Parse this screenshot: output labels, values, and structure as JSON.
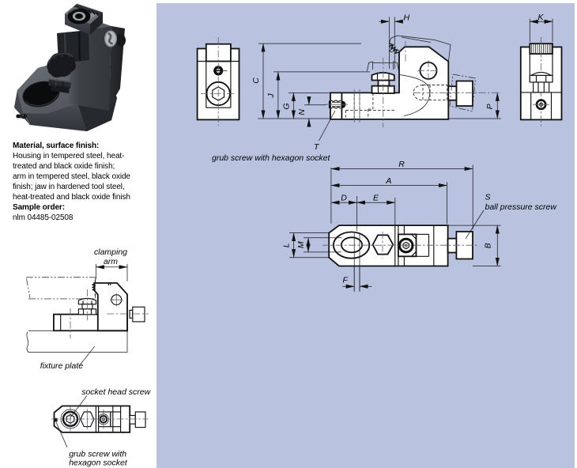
{
  "page": {
    "panel_bg": "#b9c2df",
    "line_color": "#121212"
  },
  "left_column": {
    "photo_name": "clamping-unit-product-photo",
    "material_heading": "Material, surface finish:",
    "material_lines": [
      "Housing in tempered steel, heat-",
      "treated and black oxide finish;",
      "arm in tempered steel, black oxide",
      "finish; jaw in hardened tool steel,",
      "heat-treated and black oxide finish"
    ],
    "sample_order_heading": "Sample order:",
    "sample_order_value": "nlm 04485-02508",
    "application_drawing": {
      "clamping_arm_line1": "clamping",
      "clamping_arm_line2": "arm",
      "fixture_plate": "fixture plate"
    },
    "bottom_drawing": {
      "socket_head_screw": "socket head screw",
      "grub_screw_line1": "grub screw with",
      "grub_screw_line2": "hexagon socket"
    }
  },
  "diagram_panel": {
    "side_view": {
      "dim_H": "H",
      "dim_C": "C",
      "dim_J": "J",
      "dim_G": "G",
      "dim_N": "N",
      "dim_P": "P",
      "dim_T": "T",
      "annotation": "grub screw with hexagon socket"
    },
    "end_view_right": {
      "dim_K": "K"
    },
    "plan_view": {
      "dim_R": "R",
      "dim_A": "A",
      "dim_D": "D",
      "dim_E": "E",
      "dim_L": "L",
      "dim_M": "M",
      "dim_B": "B",
      "dim_F": "F",
      "dim_S": "S",
      "annotation": "ball pressure screw"
    }
  }
}
